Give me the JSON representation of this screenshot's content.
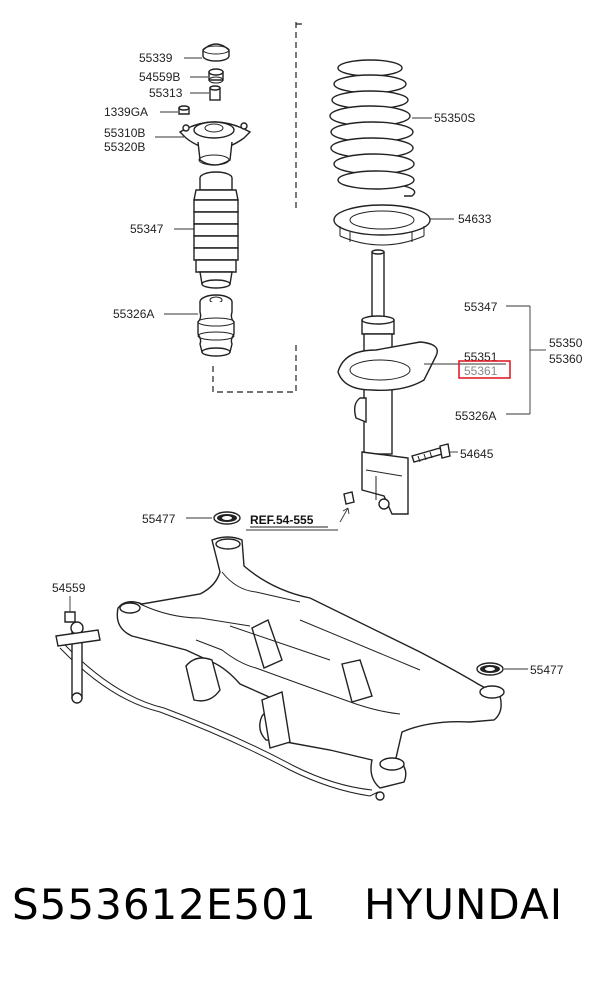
{
  "labels": {
    "p55339": "55339",
    "p54559B": "54559B",
    "p55313": "55313",
    "p1339GA": "1339GA",
    "p55310B": "55310B",
    "p55320B": "55320B",
    "p55347_left": "55347",
    "p55326A_left": "55326A",
    "p55350S": "55350S",
    "p54633": "54633",
    "p55347_right": "55347",
    "p55351": "55351",
    "p55361": "55361",
    "p55326A_right": "55326A",
    "p55350": "55350",
    "p55360": "55360",
    "p54645": "54645",
    "p55477_left": "55477",
    "ref": "REF.54-555",
    "p54559": "54559",
    "p55477_right": "55477"
  },
  "footer": {
    "part_number": "S553612E501",
    "brand": "HYUNDAI"
  },
  "highlight_color": "#e0202a"
}
